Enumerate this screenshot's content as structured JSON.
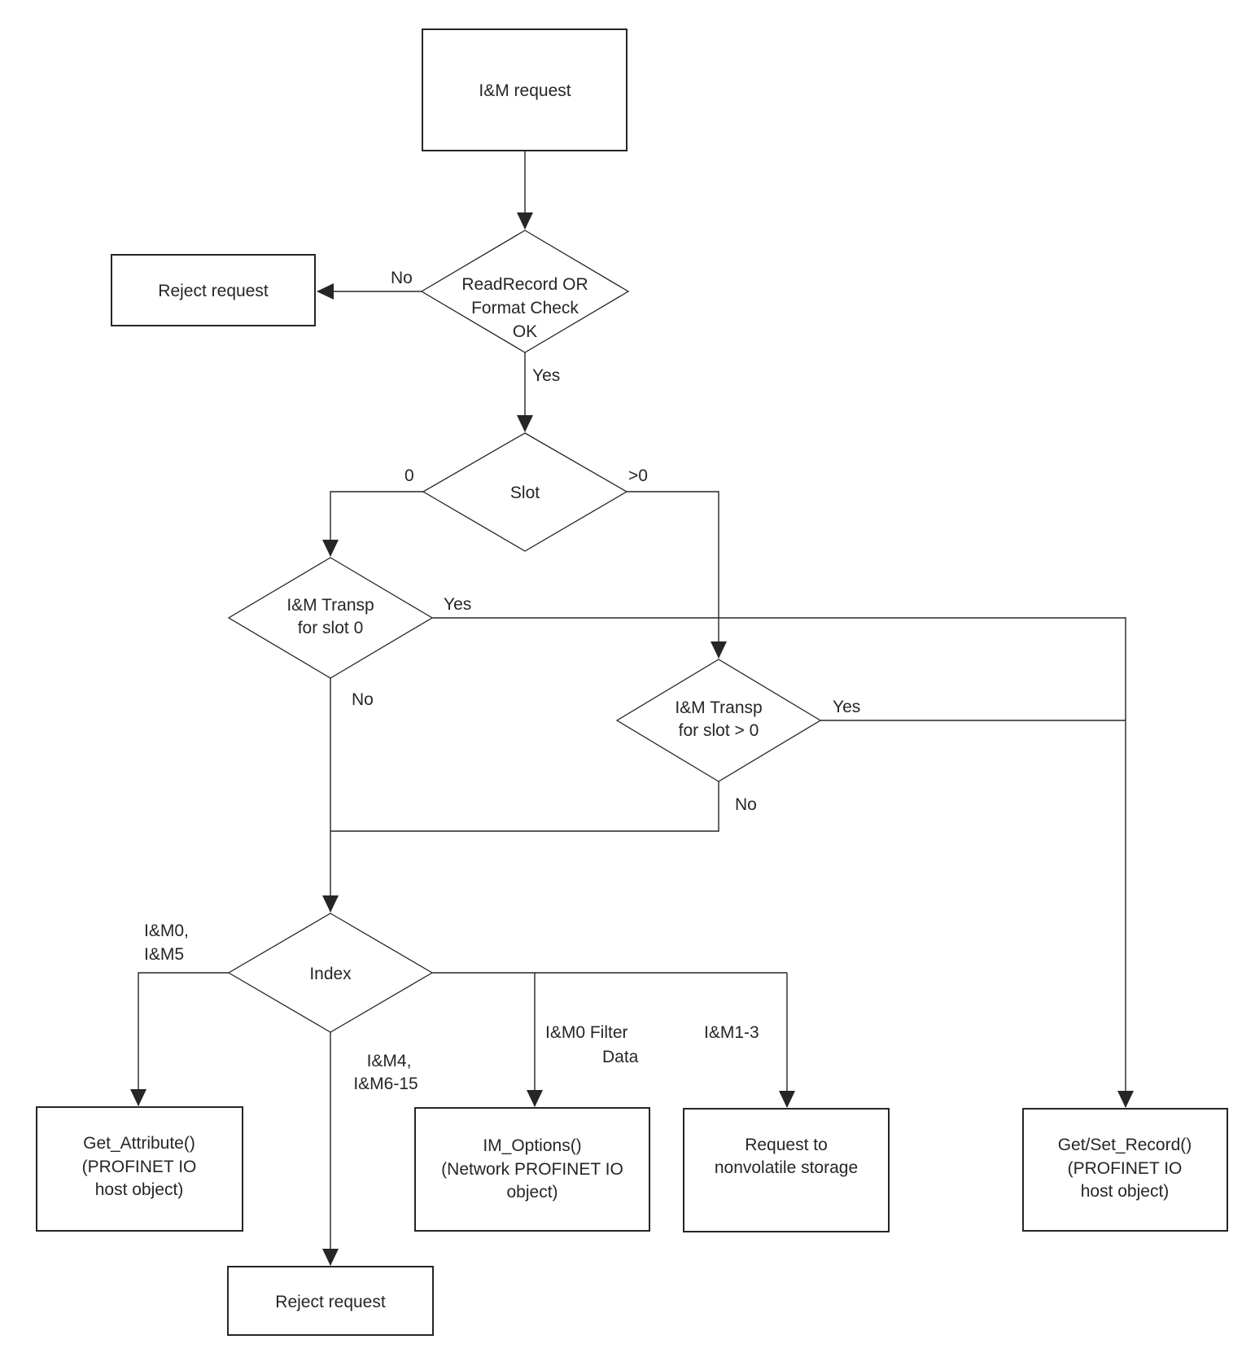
{
  "diagram": {
    "nodes": {
      "im_request": {
        "label": "I&M request"
      },
      "reject_request_top": {
        "label": "Reject request"
      },
      "readrecord_check": {
        "line1": "ReadRecord OR",
        "line2": "Format Check",
        "line3": "OK"
      },
      "slot": {
        "label": "Slot"
      },
      "im_transp_slot0": {
        "line1": "I&M Transp",
        "line2": "for slot 0"
      },
      "im_transp_slot_gt0": {
        "line1": "I&M Transp",
        "line2": "for slot > 0"
      },
      "index": {
        "label": "Index"
      },
      "get_attribute": {
        "line1": "Get_Attribute()",
        "line2": "(PROFINET IO",
        "line3": "host object)"
      },
      "im_options": {
        "line1": "IM_Options()",
        "line2": "(Network PROFINET IO",
        "line3": "object)"
      },
      "nonvolatile_storage": {
        "line1": "Request to",
        "line2": "nonvolatile storage"
      },
      "get_set_record": {
        "line1": "Get/Set_Record()",
        "line2": "(PROFINET IO",
        "line3": "host object)"
      },
      "reject_request_bottom": {
        "label": "Reject request"
      }
    },
    "edge_labels": {
      "readrecord_no": "No",
      "readrecord_yes": "Yes",
      "slot_zero": "0",
      "slot_gt_zero": ">0",
      "slot0_yes": "Yes",
      "slot0_no": "No",
      "slot_gt0_yes": "Yes",
      "slot_gt0_no": "No",
      "index_im0_line1": "I&M0,",
      "index_im0_line2": "I&M5",
      "index_im4_line1": "I&M4,",
      "index_im4_line2": "I&M6-15",
      "index_im0_filter_line1": "I&M0 Filter",
      "index_im0_filter_line2": "Data",
      "index_im1_3": "I&M1-3"
    },
    "colors": {
      "line": "#262626",
      "text": "#262626",
      "background": "#ffffff"
    }
  }
}
